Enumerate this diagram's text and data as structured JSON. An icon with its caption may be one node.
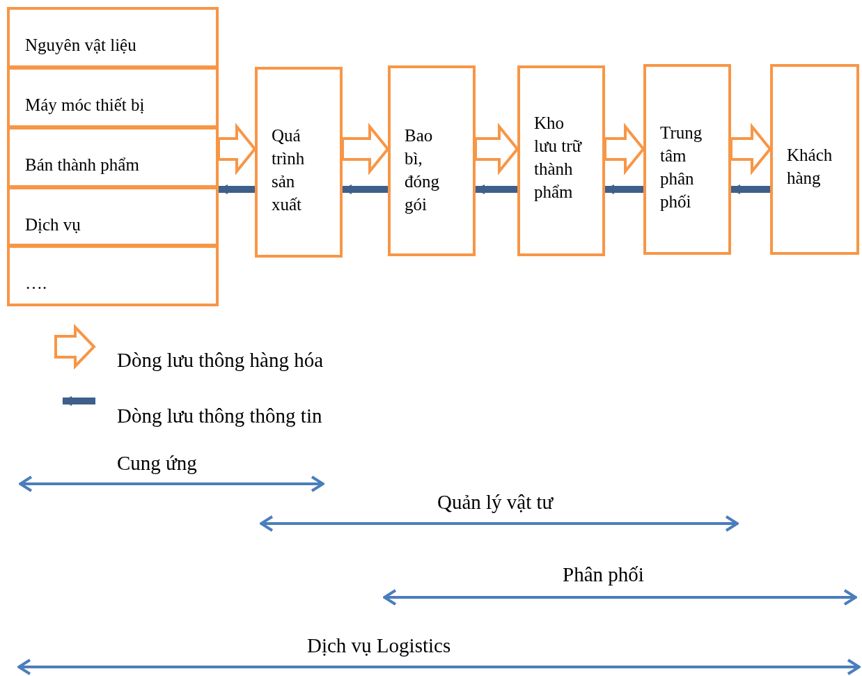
{
  "diagram": {
    "nodes": [
      {
        "text": [
          "Nguyên vật liệu"
        ]
      },
      {
        "text": [
          "Máy móc thiết bị"
        ]
      },
      {
        "text": [
          "Bán thành phẩm"
        ]
      },
      {
        "text": [
          "Dịch vụ"
        ]
      },
      {
        "text": [
          "…."
        ]
      },
      {
        "text": [
          "Quá trình sản xuất"
        ]
      },
      {
        "text": [
          "Bao bì, đóng gói"
        ]
      },
      {
        "text": [
          "Kho lưu trữ thành phẩm"
        ]
      },
      {
        "text": [
          "Trung tâm phân phối"
        ]
      },
      {
        "text": [
          "Khách hàng"
        ]
      }
    ],
    "edges": [
      {
        "from": 2,
        "to": 5,
        "arrow": "to"
      },
      {
        "from": 5,
        "to": 2,
        "arrow": "to",
        "color": "#3e5f8a"
      },
      {
        "from": 5,
        "to": 6,
        "arrow": "to"
      },
      {
        "from": 6,
        "to": 5,
        "arrow": "to",
        "color": "#3e5f8a"
      },
      {
        "from": 6,
        "to": 7,
        "arrow": "to"
      },
      {
        "from": 7,
        "to": 6,
        "arrow": "to",
        "color": "#3e5f8a"
      },
      {
        "from": 7,
        "to": 8,
        "arrow": "to"
      },
      {
        "from": 8,
        "to": 7,
        "arrow": "to",
        "color": "#3e5f8a"
      },
      {
        "from": 8,
        "to": 9,
        "arrow": "to"
      },
      {
        "from": 9,
        "to": 8,
        "arrow": "to",
        "color": "#3e5f8a"
      }
    ],
    "labels": [
      "Cung ứng",
      "Quản lý vật tư",
      "Phân phối",
      "Dịch vụ Logistics"
    ],
    "legend": [
      {
        "text": "Dòng lưu thông hàng hóa"
      },
      {
        "text": "Dòng lưu thông thông tin"
      }
    ]
  }
}
